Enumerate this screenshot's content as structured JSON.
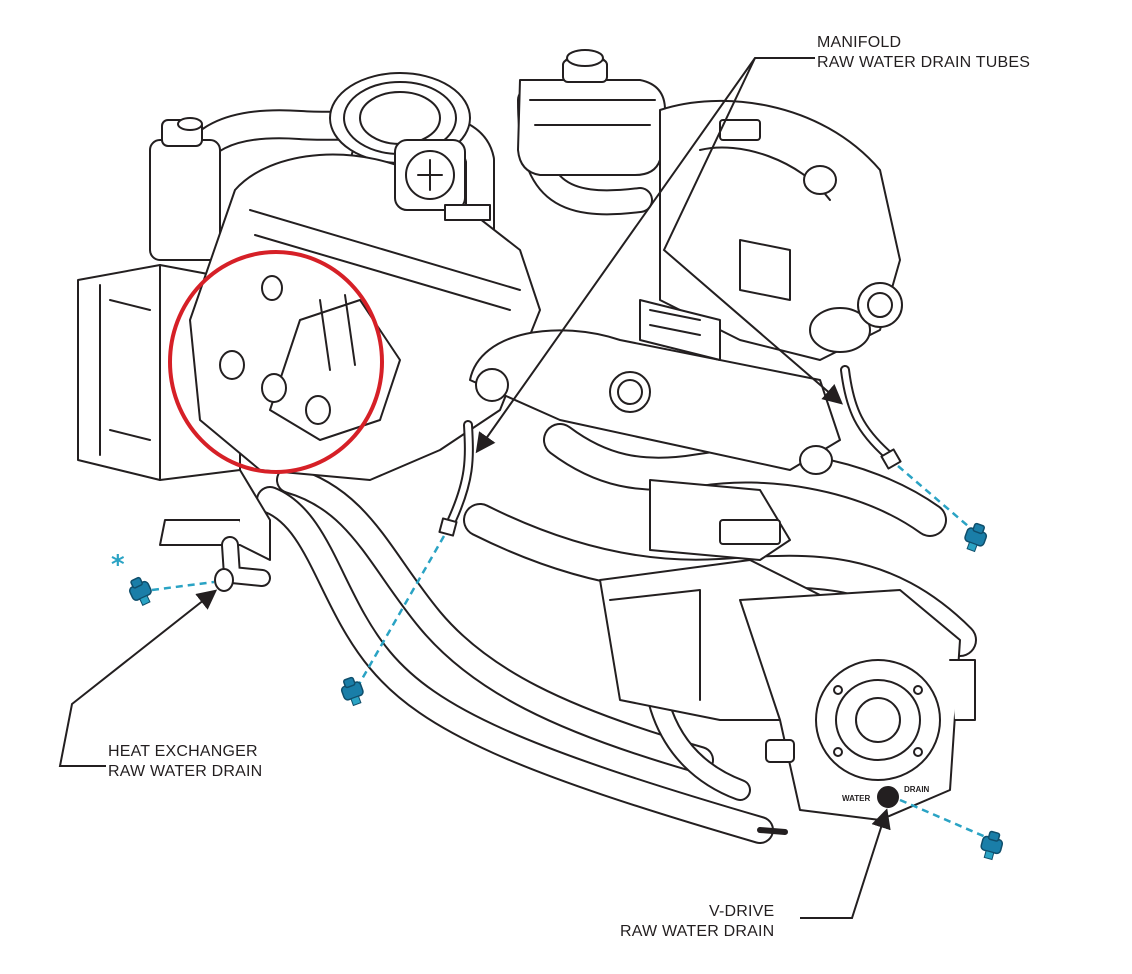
{
  "colors": {
    "line": "#231f20",
    "plug": "#1a7ea8",
    "plug_dark": "#0f4e6b",
    "dash": "#2aa3c4",
    "highlight": "#d62027"
  },
  "callouts": {
    "manifold": {
      "line1": "MANIFOLD",
      "line2": "RAW WATER DRAIN TUBES"
    },
    "heat_exchanger": {
      "line1": "HEAT EXCHANGER",
      "line2": "RAW WATER DRAIN"
    },
    "vdrive": {
      "line1": "V-DRIVE",
      "line2": "RAW WATER DRAIN"
    }
  },
  "markings": {
    "asterisk": "*",
    "water": "WATER",
    "drain": "DRAIN"
  },
  "icons": {
    "drain_plug": "drain-plug-icon",
    "highlight_ring": "circle-highlight"
  }
}
